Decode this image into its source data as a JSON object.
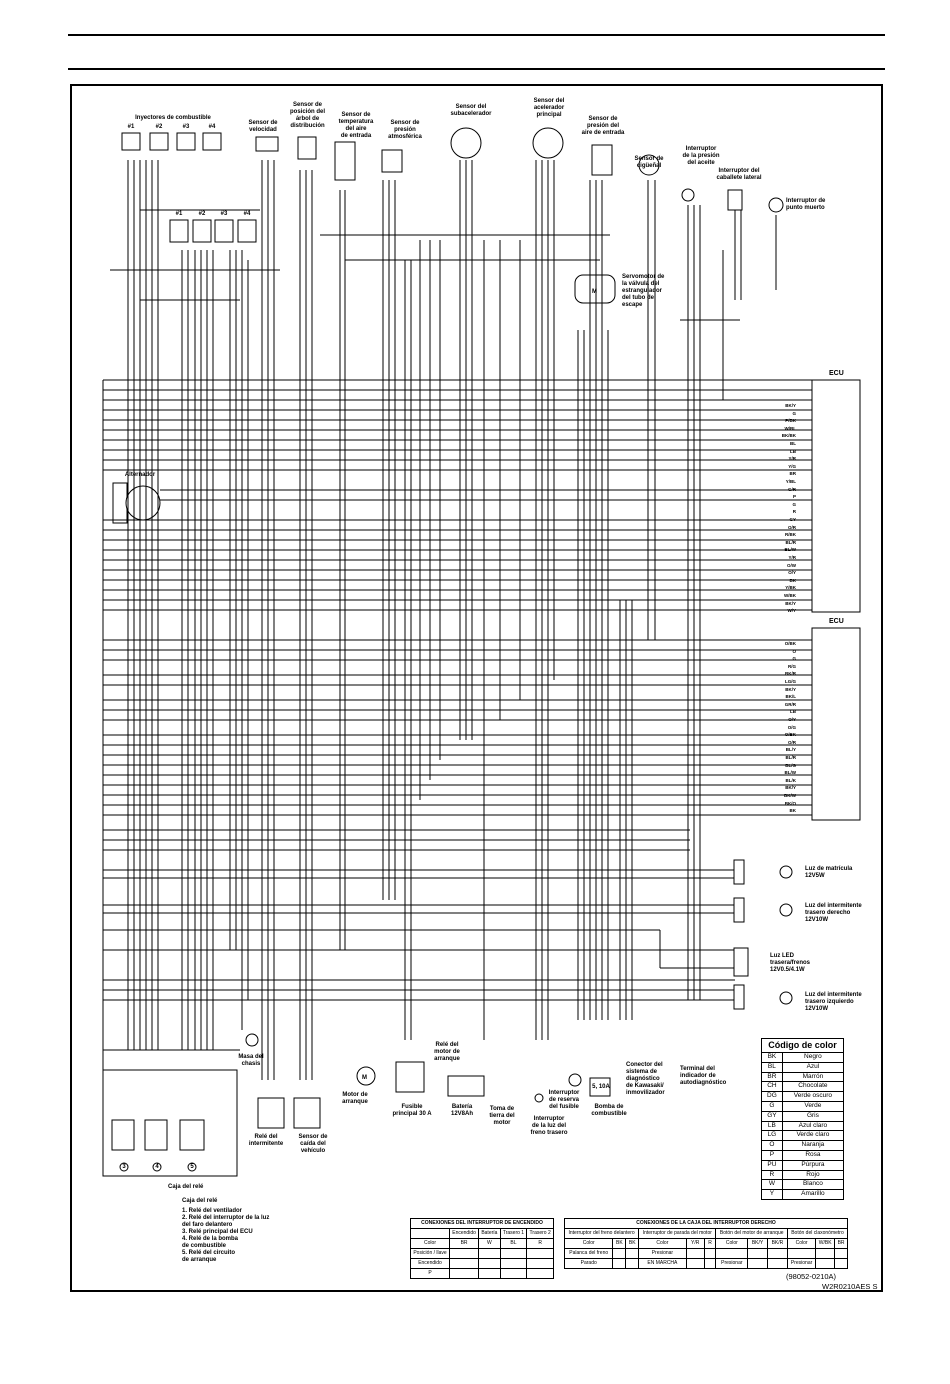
{
  "header": {},
  "labels": {
    "injectors": "Inyectores de combustible",
    "inj1": "#1",
    "inj2": "#2",
    "inj3": "#3",
    "inj4": "#4",
    "coil1": "#1",
    "coil2": "#2",
    "coil3": "#3",
    "coil4": "#4",
    "speed_sensor": "Sensor de\nvelocidad",
    "cam_sensor": "Sensor de\nposición del\nárbol de\ndistribución",
    "intake_temp": "Sensor de\ntemperatura\ndel aire\nde entrada",
    "atm_pressure": "Sensor de\npresión\natmosférica",
    "sub_throttle": "Sensor del\nsubacelerador",
    "main_throttle": "Sensor del\nacelerador\nprincipal",
    "intake_pressure": "Sensor de\npresión del\naire de entrada",
    "crank_sensor": "Sensor de\ncigüeñal",
    "oil_switch": "Interruptor\nde la presión\ndel aceite",
    "stand_switch": "Interruptor del\ncaballete lateral",
    "neutral_switch": "Interruptor de\npunto muerto",
    "exhaust_servo": "Servomotor de\nla válvula del\nestrangulador\ndel tubo de\nescape",
    "alternator": "Alternador",
    "ecu_top": "ECU",
    "ecu_bottom": "ECU",
    "chassis_ground": "Masa del\nchasis",
    "turn_relay": "Relé del\nintermitente",
    "tip_sensor": "Sensor de\ncaída del\nvehículo",
    "starter_motor": "Motor de\narranque",
    "starter_relay": "Relé del\nmotor de\narranque",
    "main_fuse": "Fusible\nprincipal 30 A",
    "battery": "Batería\n12V8Ah",
    "engine_ground": "Toma de\ntierra del\nmotor",
    "brake_switch": "Interruptor\nde la luz del\nfreno trasero",
    "reserve_switch": "Interruptor\nde reserva\ndel fusible",
    "fuel_pump": "Bomba de\ncombustible",
    "diag_connector": "Conector del\nsistema de\ndiagnóstico\nde Kawasaki/\ninmovilizador",
    "self_diag_terminal": "Terminal del\nindicador de\nautodiagnóstico",
    "license_light": "Luz de matrícula\n12V5W",
    "right_turn": "Luz del intermitente\ntrasero derecho\n12V10W",
    "led_tail": "Luz LED\ntrasera/frenos\n12V0.5/4.1W",
    "left_turn": "Luz del intermitente\ntrasero izquierdo\n12V10W",
    "relay_box_title": "Caja del relé",
    "relay_box_sub": "Caja del relé",
    "relay_list": "1. Relé del ventilador\n2. Relé del interruptor de la luz\n    del faro delantero\n3. Relé principal del ECU\n4. Relé de la bomba\n    de combustible\n5. Relé del circuito\n    de arranque",
    "relay3": "3",
    "relay4": "4",
    "relay5": "5",
    "fuse_small": "5, 10A",
    "code_ref": "(98052-0210A)",
    "drawing_id": "W2R0210AES  S"
  },
  "ecu_top_pins": [
    "BK/Y",
    "G",
    "P/BK",
    "W/BL",
    "BK/BK",
    "BL",
    "LB",
    "Y/R",
    "Y/G",
    "BR",
    "Y/BL",
    "G/R",
    "P",
    "G",
    "R",
    "GY",
    "O/R",
    "R/BK",
    "BL/R",
    "BL/W",
    "Y/R",
    "O/W",
    "O/Y",
    "BK",
    "Y/BK",
    "W/BK",
    "BK/Y",
    "W/Y"
  ],
  "ecu_bottom_pins": [
    "O/BK",
    "O",
    "G",
    "R/G",
    "BK/R",
    "LG/G",
    "BK/Y",
    "BK/L",
    "GR/R",
    "LB",
    "O/Y",
    "O/G",
    "O/BK",
    "O/R",
    "BL/Y",
    "BL/R",
    "BL/G",
    "BL/W",
    "BL/K",
    "BK/Y",
    "BK/W",
    "BK/O",
    "BK"
  ],
  "color_code": {
    "title": "Código de color",
    "rows": [
      [
        "BK",
        "Negro"
      ],
      [
        "BL",
        "Azul"
      ],
      [
        "BR",
        "Marrón"
      ],
      [
        "CH",
        "Chocolate"
      ],
      [
        "DG",
        "Verde oscuro"
      ],
      [
        "G",
        "Verde"
      ],
      [
        "GY",
        "Gris"
      ],
      [
        "LB",
        "Azul claro"
      ],
      [
        "LG",
        "Verde claro"
      ],
      [
        "O",
        "Naranja"
      ],
      [
        "P",
        "Rosa"
      ],
      [
        "PU",
        "Púrpura"
      ],
      [
        "R",
        "Rojo"
      ],
      [
        "W",
        "Blanco"
      ],
      [
        "Y",
        "Amarillo"
      ]
    ]
  },
  "ignition_table": {
    "title": "CONEXIONES DEL INTERRUPTOR DE ENCENDIDO",
    "header": [
      "",
      "Encendido",
      "Batería",
      "Trasero 1",
      "Trasero 2"
    ],
    "color_row": [
      "Color",
      "BR",
      "W",
      "BL",
      "R"
    ],
    "rows": [
      [
        "Posición / llave",
        "",
        "",
        "",
        ""
      ],
      [
        "Encendido",
        "",
        "",
        "",
        ""
      ],
      [
        "P",
        "",
        "",
        "",
        ""
      ]
    ]
  },
  "right_switch_table": {
    "title": "CONEXIONES DE LA CAJA DEL INTERRUPTOR DERECHO",
    "groups": [
      "Interruptor del freno delantero",
      "Interruptor de parada del motor",
      "Botón del motor de arranque",
      "Botón del claxonómetro"
    ],
    "color_row": [
      "Color",
      "BK",
      "BK",
      "Color",
      "Y/R",
      "R",
      "Color",
      "BK/Y",
      "BK/R",
      "Color",
      "W/BK",
      "BR"
    ],
    "state_row1": [
      "Palanca del freno",
      "",
      "",
      "Presionar",
      "",
      "",
      "",
      "",
      "",
      "",
      "",
      ""
    ],
    "state_row2": [
      "Parado",
      "",
      "",
      "EN MARCHA",
      "",
      "",
      "Presionar",
      "",
      "",
      "Presionar",
      "",
      ""
    ]
  }
}
